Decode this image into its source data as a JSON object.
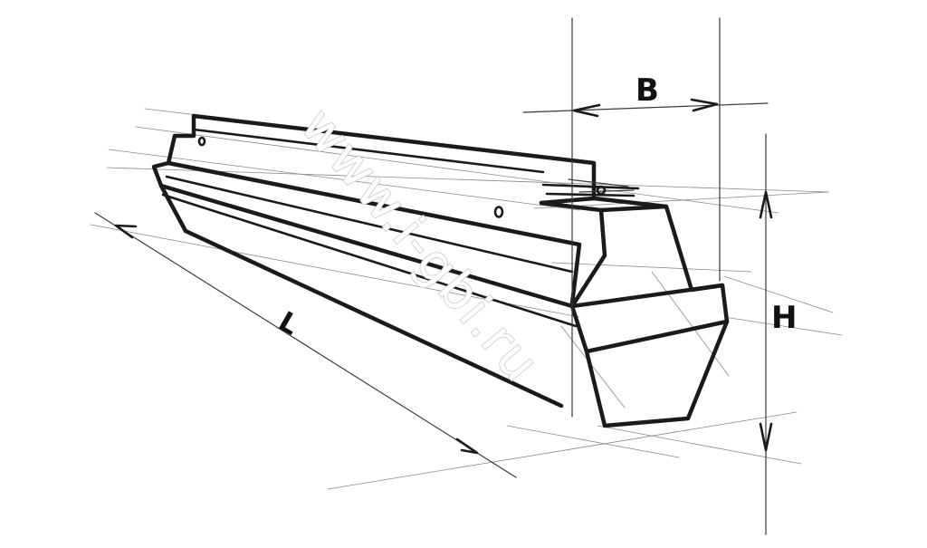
{
  "diagram": {
    "labels": {
      "width": "B",
      "height": "H",
      "length": "L"
    },
    "watermark": "www.i-gbi.ru",
    "colors": {
      "ink": "#1a1a1a",
      "paper": "#ffffff",
      "watermark_outline": "#c9c9c9"
    }
  }
}
